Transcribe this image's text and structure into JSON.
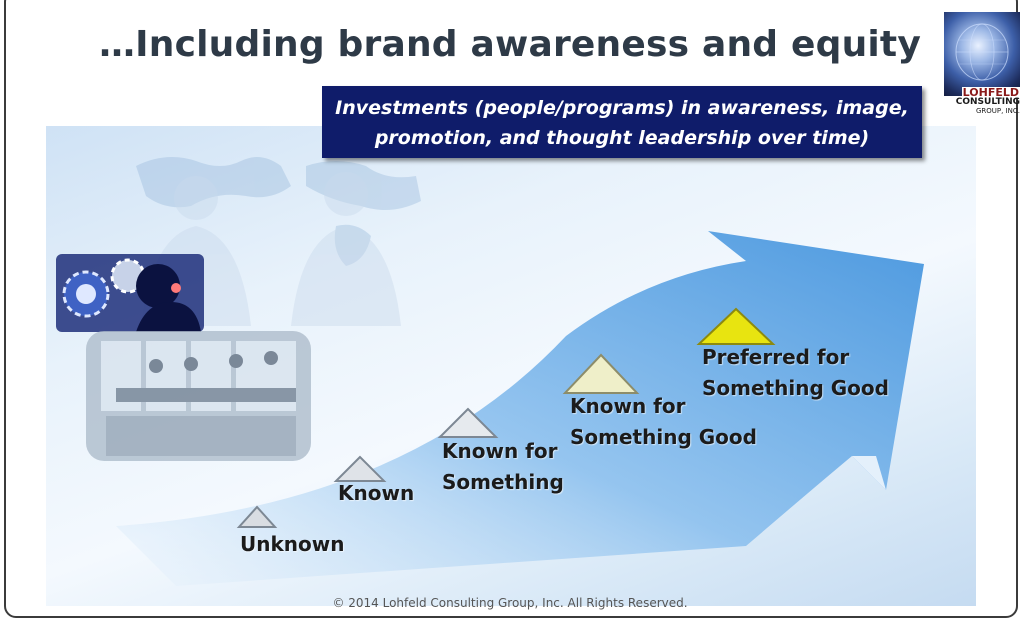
{
  "title": "…Including brand awareness and equity",
  "banner": {
    "line1": "Investments (people/programs) in awareness, image,",
    "line2": "promotion, and thought leadership over time)"
  },
  "logo": {
    "line1": "LOHFELD",
    "line2": "CONSULTING",
    "line3": "GROUP, INC."
  },
  "stages": [
    {
      "line1": "Unknown",
      "line2": ""
    },
    {
      "line1": "Known",
      "line2": ""
    },
    {
      "line1": "Known for",
      "line2": "Something"
    },
    {
      "line1": "Known for",
      "line2": "Something Good"
    },
    {
      "line1": "Preferred for",
      "line2": "Something Good"
    }
  ],
  "colors": {
    "banner": "#0f1c6a",
    "title": "#2e3a47",
    "arrow": "#5aa6e6",
    "triangle_highlight": "#e8e410"
  },
  "footer": "© 2014 Lohfeld Consulting Group, Inc. All Rights Reserved."
}
